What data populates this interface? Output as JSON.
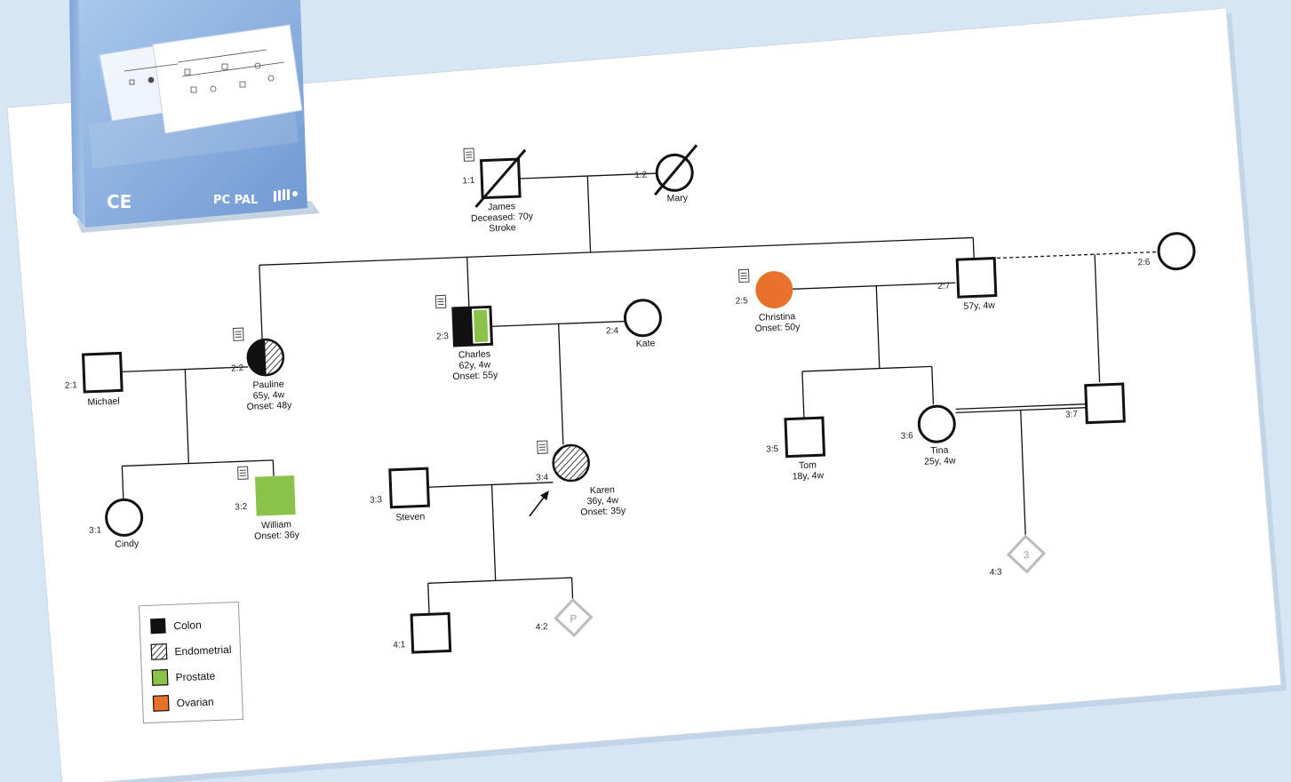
{
  "product_box": {
    "ce_mark": "CE",
    "brand": "PC PAL"
  },
  "pedigree": {
    "individuals": [
      {
        "id": "1:1",
        "name": "James",
        "line2": "Deceased: 70y",
        "line3": "Stroke"
      },
      {
        "id": "1:2",
        "name": "Mary"
      },
      {
        "id": "2:1",
        "name": "Michael"
      },
      {
        "id": "2:2",
        "name": "Pauline",
        "line2": "65y, 4w",
        "line3": "Onset: 48y"
      },
      {
        "id": "2:3",
        "name": "Charles",
        "line2": "62y, 4w",
        "line3": "Onset: 55y"
      },
      {
        "id": "2:4",
        "name": "Kate"
      },
      {
        "id": "2:5",
        "name": "Christina",
        "line2": "Onset: 50y"
      },
      {
        "id": "2:7",
        "name": "57y, 4w"
      },
      {
        "id": "2:6"
      },
      {
        "id": "3:1",
        "name": "Cindy"
      },
      {
        "id": "3:2",
        "name": "William",
        "line2": "Onset: 36y"
      },
      {
        "id": "3:3",
        "name": "Steven"
      },
      {
        "id": "3:4",
        "name": "Karen",
        "line2": "36y, 4w",
        "line3": "Onset: 35y"
      },
      {
        "id": "3:5",
        "name": "Tom",
        "line2": "18y, 4w"
      },
      {
        "id": "3:6",
        "name": "Tina",
        "line2": "25y, 4w"
      },
      {
        "id": "3:7"
      },
      {
        "id": "4:1"
      },
      {
        "id": "4:2",
        "symbol_text": "P"
      },
      {
        "id": "4:3",
        "symbol_text": "3"
      }
    ]
  },
  "legend": {
    "items": [
      {
        "label": "Colon",
        "color": "#000000"
      },
      {
        "label": "Endometrial",
        "color": "hatch"
      },
      {
        "label": "Prostate",
        "color": "#8bc34a"
      },
      {
        "label": "Ovarian",
        "color": "#e8722c"
      }
    ]
  },
  "colors": {
    "background": "#d6e6f4",
    "box_blue": "#8fb3e0",
    "prostate": "#8bc34a",
    "ovarian": "#e8722c"
  }
}
